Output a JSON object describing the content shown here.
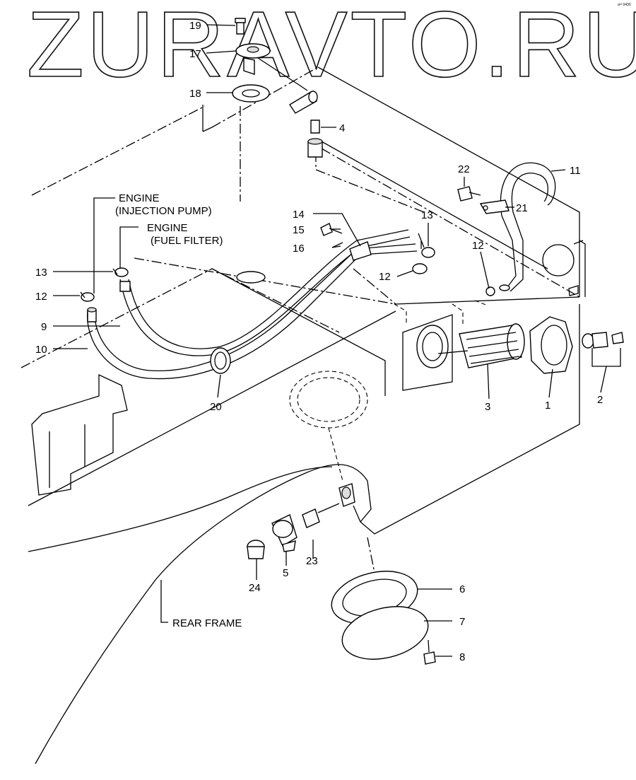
{
  "watermark": "ZURAVTO.RU",
  "corner_mark": "a²³ 0430",
  "labels": {
    "engine_injection_line1": "ENGINE",
    "engine_injection_line2": "(INJECTION PUMP)",
    "engine_filter_line1": "ENGINE",
    "engine_filter_line2": "(FUEL FILTER)",
    "rear_frame": "REAR FRAME"
  },
  "callouts": {
    "c1": "1",
    "c2": "2",
    "c3": "3",
    "c4": "4",
    "c5": "5",
    "c6": "6",
    "c7": "7",
    "c8": "8",
    "c9": "9",
    "c10": "10",
    "c11": "11",
    "c12a": "12",
    "c12b": "12",
    "c12c": "12",
    "c13a": "13",
    "c13b": "13",
    "c14": "14",
    "c15": "15",
    "c16": "16",
    "c17": "17",
    "c18": "18",
    "c19": "19",
    "c20": "20",
    "c21": "21",
    "c22": "22",
    "c23": "23",
    "c24": "24"
  }
}
